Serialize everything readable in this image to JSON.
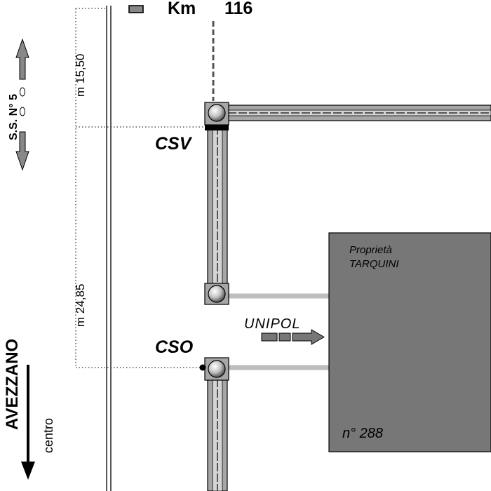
{
  "header": {
    "km_label": "Km",
    "km_value": "116"
  },
  "road": {
    "name": "S.S. N° 5"
  },
  "direction": {
    "city": "AVEZZANO",
    "sub": "centro"
  },
  "distances": {
    "upper": "m 15,50",
    "lower": "m 24,85"
  },
  "nodes": {
    "csv": "CSV",
    "cso": "CSO"
  },
  "arrow_label": "UNIPOL",
  "property": {
    "line1": "Proprietà",
    "line2": "TARQUINI",
    "number": "n° 288"
  },
  "colors": {
    "pipe": "#a6a6a6",
    "pipe_dark": "#555555",
    "property_fill": "#777777",
    "connector": "#bdbdbd",
    "arrow": "#777777"
  }
}
